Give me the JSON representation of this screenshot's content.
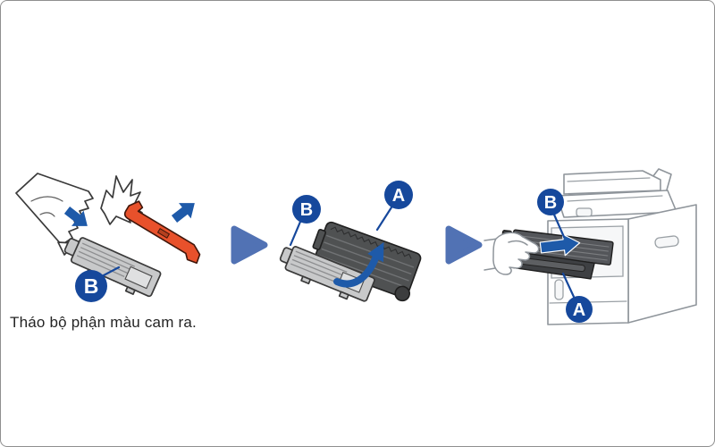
{
  "figure": {
    "type": "printer-toner-installation-instruction",
    "caption": "Tháo bộ phận màu cam ra.",
    "colors": {
      "badge_blue": "#16489c",
      "arrow_blue": "#1e5aa9",
      "separator_blue": "#5172b4",
      "orange_part": "#e8512b",
      "cartridge_gray": "#c8c9ca",
      "drum_gray": "#4f5152",
      "assembly_dark": "#3e4043",
      "printer_line_gray": "#8f959b",
      "text_color": "#242424",
      "border_gray": "#8f8f8f"
    },
    "icons": {
      "next_step": "solid-right-triangle",
      "direction": "solid-block-arrow",
      "insert_motion": "curved-swoosh-arrow"
    },
    "panels": [
      {
        "name": "unwrap-toner-and-remove-orange-part",
        "badges": [
          {
            "label": "B"
          }
        ]
      },
      {
        "name": "insert-toner-into-drum-unit",
        "badges": [
          {
            "label": "B"
          },
          {
            "label": "A"
          }
        ]
      },
      {
        "name": "slide-assembly-into-printer",
        "badges": [
          {
            "label": "B"
          },
          {
            "label": "A"
          }
        ]
      }
    ]
  }
}
